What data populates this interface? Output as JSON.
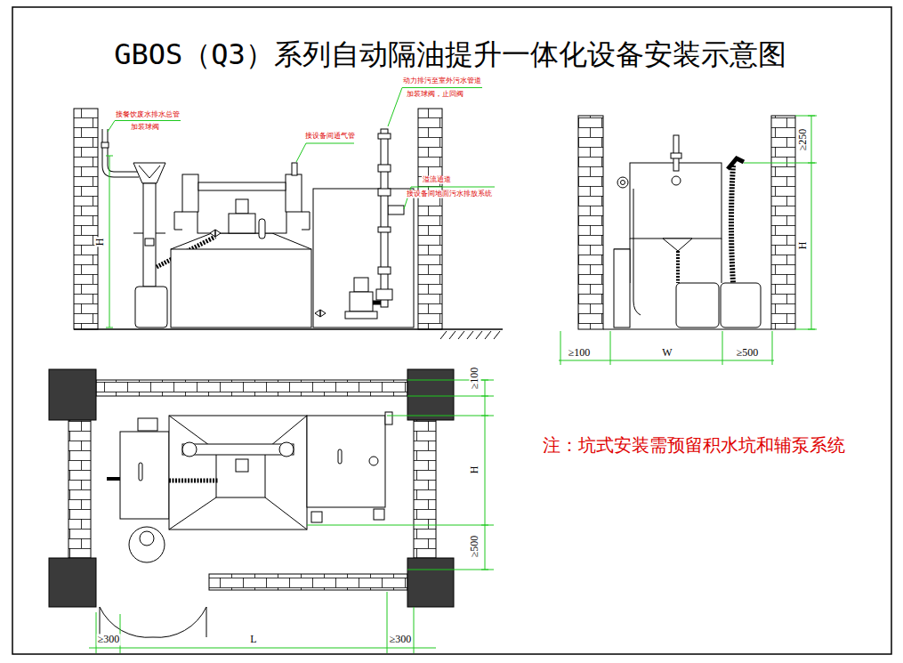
{
  "diagram": {
    "title": "GBOS（Q3）系列自动隔油提升一体化设备安装示意图",
    "labels": [
      "接餐饮废水排水总管",
      "加装球阀",
      "接设备间通气管",
      "动力排污至室外污水管道",
      "加装球阀，止回阀",
      "溢流通道",
      "接设备间地面污水排放系统",
      "H",
      "≥250",
      "H",
      "≥100",
      "W",
      "≥500",
      "≥100",
      "H",
      "≥500",
      "≥300",
      "L",
      "≥300",
      "注：坑式安装需预留积水坑和辅泵系统"
    ]
  }
}
